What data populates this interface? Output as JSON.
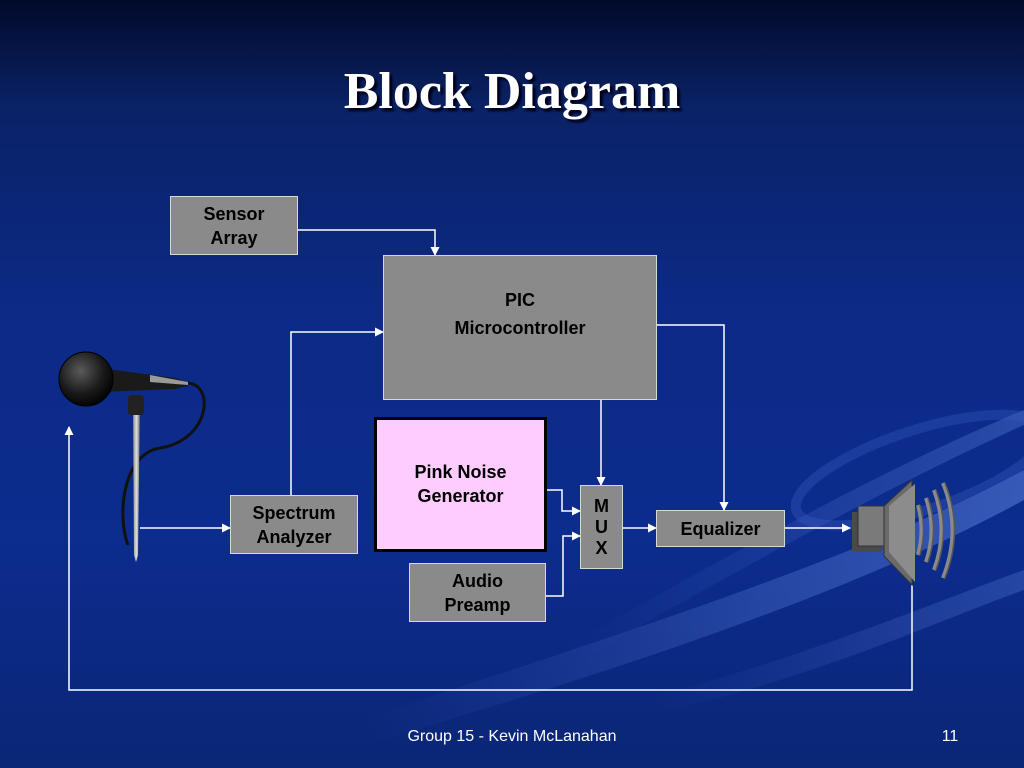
{
  "slide": {
    "title": "Block Diagram",
    "footer_text": "Group 15 - Kevin McLanahan",
    "page_number": "11"
  },
  "blocks": {
    "sensor_array": {
      "line1": "Sensor",
      "line2": "Array"
    },
    "pic": {
      "line1": "PIC",
      "line2": "Microcontroller"
    },
    "pink_noise": {
      "line1": "Pink Noise",
      "line2": "Generator"
    },
    "spectrum": {
      "line1": "Spectrum",
      "line2": "Analyzer"
    },
    "mux": {
      "line1": "M",
      "line2": "U",
      "line3": "X"
    },
    "equalizer": {
      "line1": "Equalizer"
    },
    "audio_preamp": {
      "line1": "Audio",
      "line2": "Preamp"
    }
  },
  "icons": {
    "microphone": "microphone-icon",
    "speaker": "speaker-icon"
  },
  "colors": {
    "background": "#0c2c8e",
    "block_fill": "#8a8a8a",
    "pink_fill": "#ffccff",
    "wire": "#ffffff"
  }
}
